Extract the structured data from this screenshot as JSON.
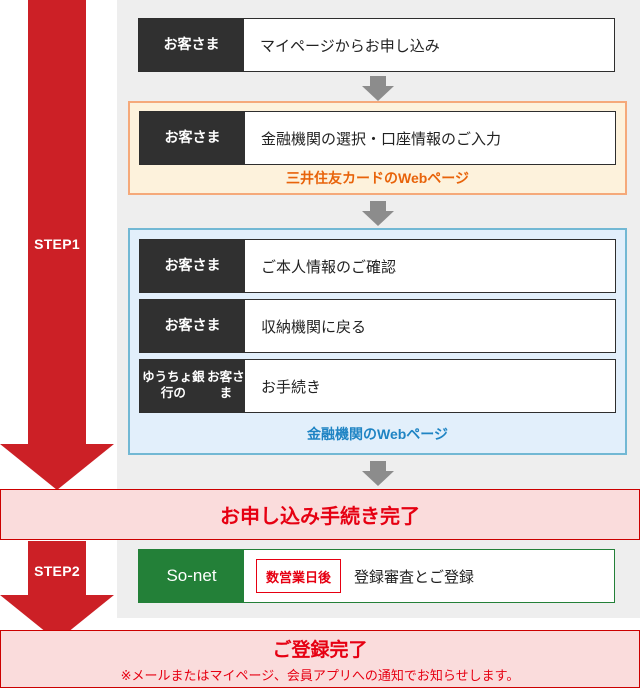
{
  "steps": {
    "step1_label": "STEP1",
    "step2_label": "STEP2"
  },
  "row_mypage": {
    "actor": "お客さま",
    "desc": "マイページからお申し込み"
  },
  "group_smcc": {
    "caption": "三井住友カードのWebページ",
    "caption_color": "#e8630a",
    "border_color": "#f5a97a",
    "fill_color": "#fdf2dc",
    "rows": [
      {
        "actor": "お客さま",
        "desc": "金融機関の選択・口座情報のご入力"
      }
    ]
  },
  "group_bank": {
    "caption": "金融機関のWebページ",
    "caption_color": "#1f84c4",
    "border_color": "#72b8d4",
    "fill_color": "#e2effb",
    "rows": [
      {
        "actor": "お客さま",
        "desc": "ご本人情報のご確認"
      },
      {
        "actor": "お客さま",
        "desc": "収納機関に戻る"
      },
      {
        "actor": "ゆうちょ銀行の\nお客さま",
        "actor_line1": "ゆうちょ銀行の",
        "actor_line2": "お客さま",
        "desc": "お手続き"
      }
    ]
  },
  "banner_apply_done": {
    "title": "お申し込み手続き完了"
  },
  "row_sonet": {
    "brand": "So-net",
    "timing_badge": "数営業日後",
    "desc": "登録審査とご登録",
    "brand_color": "#238038",
    "badge_color": "#e60012"
  },
  "banner_register_done": {
    "title": "ご登録完了",
    "note": "※メールまたはマイページ、会員アプリへの通知でお知らせします。"
  },
  "colors": {
    "step_arrow_red": "#cc2026",
    "banner_fill": "#fadcdc",
    "banner_border": "#cc0000",
    "banner_text": "#e60012",
    "actor_dark": "#303030",
    "background_gray": "#eeeeee",
    "connector_gray": "#8c8c8c"
  }
}
